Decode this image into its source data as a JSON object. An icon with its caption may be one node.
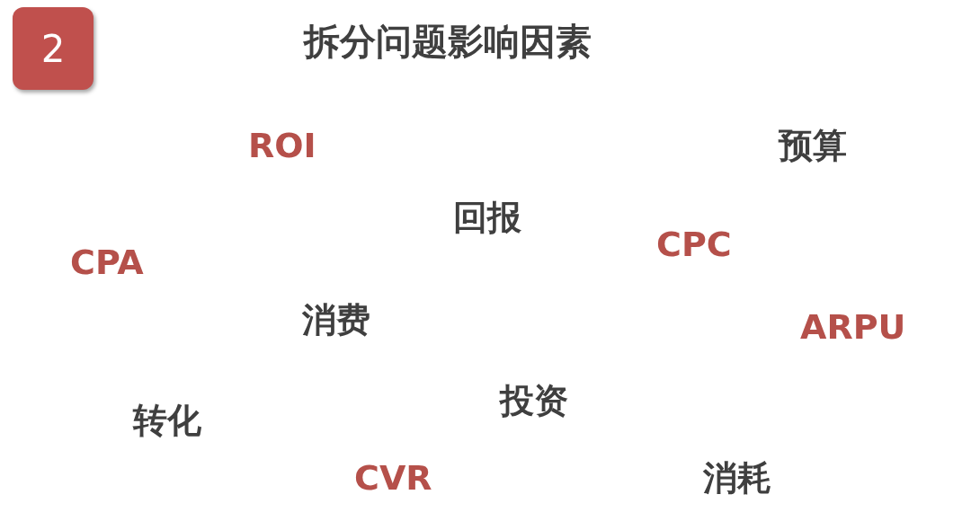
{
  "diagram": {
    "title": "拆分问题影响因素",
    "nodes": [
      {
        "text": [
          "2"
        ]
      }
    ],
    "labels": [
      "ROI",
      "预算",
      "回报",
      "CPC",
      "CPA",
      "消费",
      "ARPU",
      "投资",
      "转化",
      "CVR",
      "消耗"
    ]
  }
}
